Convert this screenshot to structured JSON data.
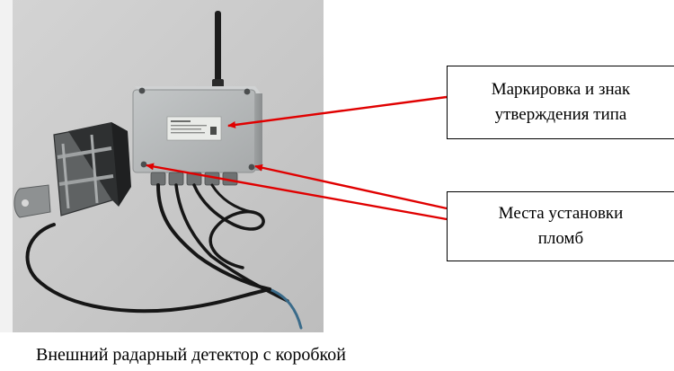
{
  "callouts": {
    "marking": {
      "line1": "Маркировка и знак",
      "line2": "утверждения типа"
    },
    "seals": {
      "line1": "Места установки",
      "line2": "пломб"
    }
  },
  "caption": "Внешний радарный детектор с коробкой",
  "colors": {
    "arrow": "#e00000",
    "wall": "#c9c9c9",
    "enclosure": "#b3b6b7",
    "cable": "#1a1a1a"
  }
}
